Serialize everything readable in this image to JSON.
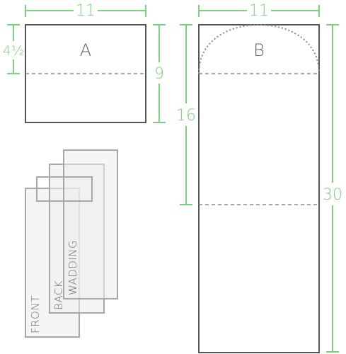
{
  "panel_a": {
    "letter": "A",
    "width_label": "11",
    "height_label": "9",
    "fold_label": "4½"
  },
  "panel_b": {
    "letter": "B",
    "width_label": "11",
    "fold_label": "16",
    "height_label": "30"
  },
  "layers": {
    "front": "FRONT",
    "back": "BACK",
    "wadding": "WADDING"
  },
  "colors": {
    "dimension": "#7dce7d",
    "outline": "#555555",
    "fold_line": "#8a8a8a",
    "layer_stroke": "#a8a8a8"
  }
}
